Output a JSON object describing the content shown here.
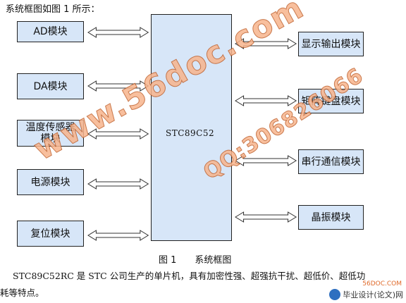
{
  "intro": "系统框图如图 1 所示：",
  "mcu_label": "STC89C52",
  "left_blocks": [
    "AD模块",
    "DA模块",
    "温度传感器 模块",
    "电源模块",
    "复位模块"
  ],
  "right_blocks": [
    "显示输出模块",
    "矩阵键盘模块",
    "串行通信模块",
    "晶振模块"
  ],
  "caption": {
    "figure": "图 1",
    "title": "系统框图"
  },
  "body_line1": "STC89C52RC 是 STC 公司生产的单片机，具有加密性强、超强抗干扰、超低价、超低功",
  "body_line2": "耗等特点。",
  "watermark1": "www.56doc.com",
  "watermark2": "QQ:306826066",
  "logo_url": "56DOC.COM",
  "logo_text": "毕业设计(论文)网",
  "colors": {
    "block_fill": "#d7e6f8",
    "watermark": "#f7b48c"
  }
}
